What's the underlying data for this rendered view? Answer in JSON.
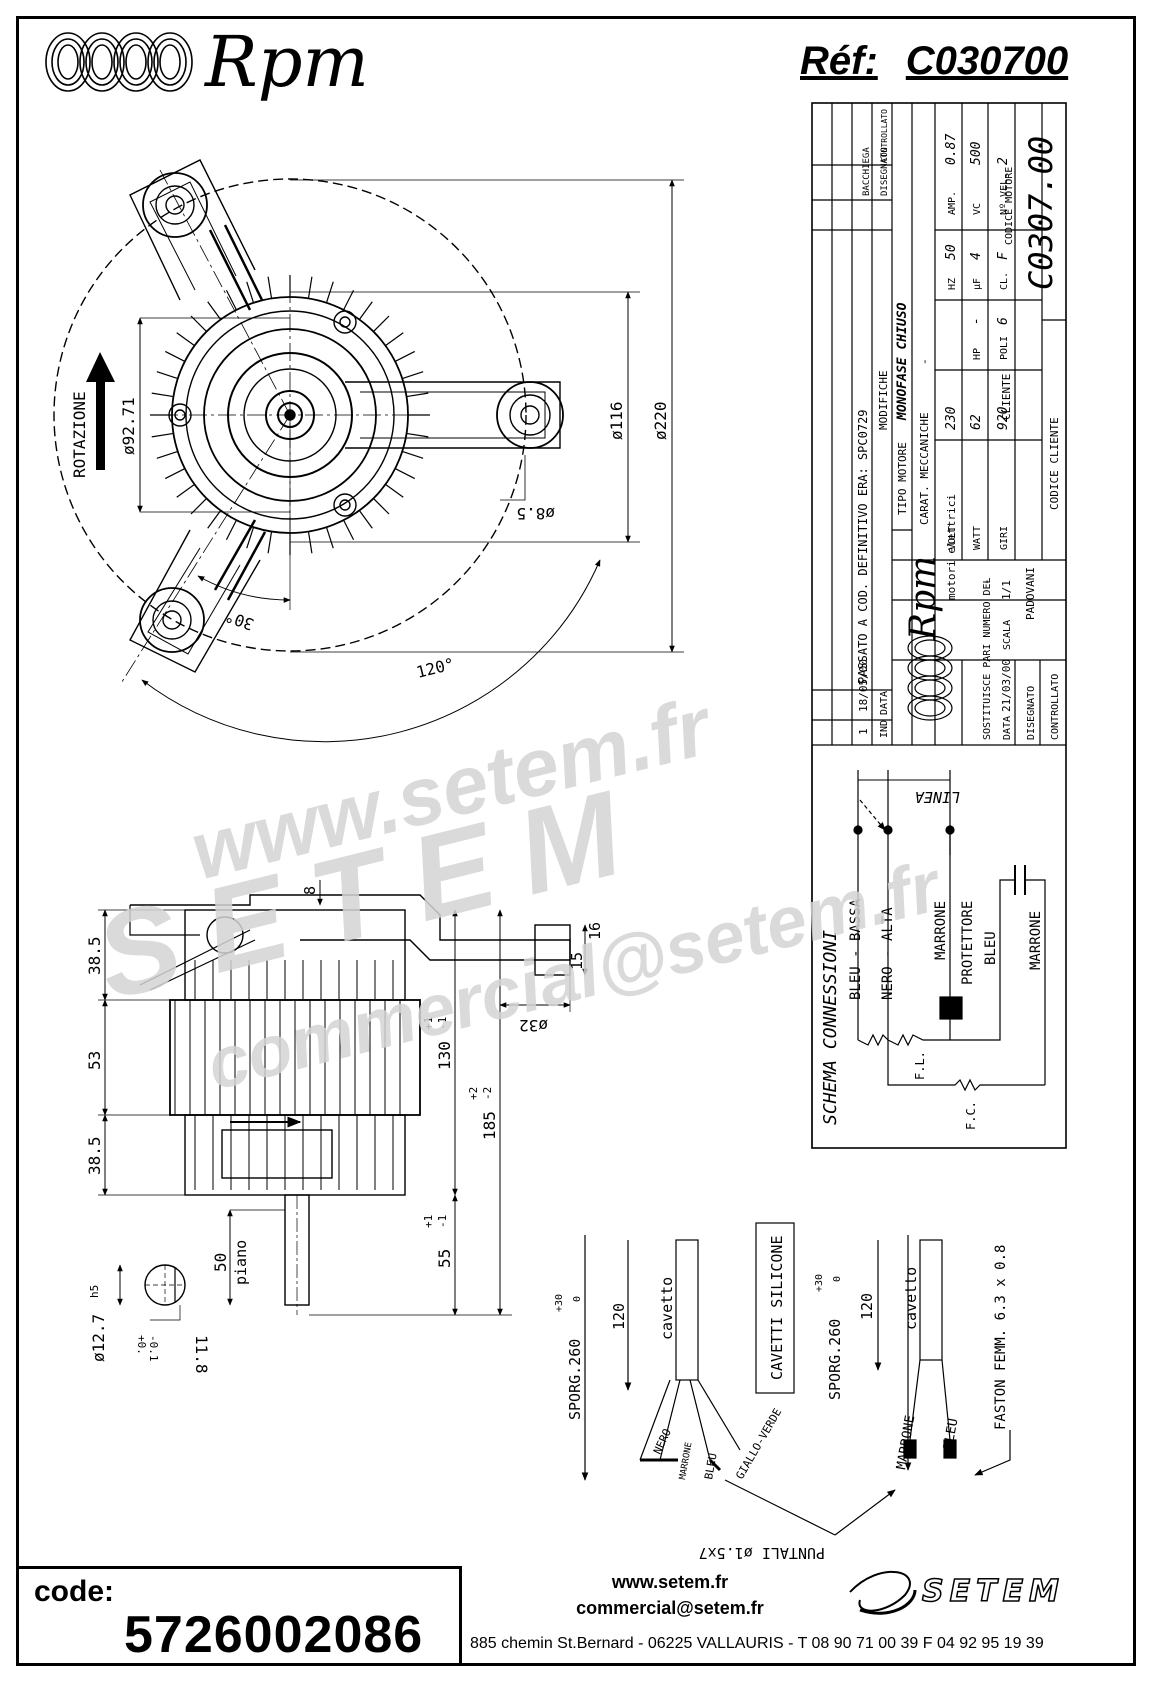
{
  "header": {
    "logo_name": "Rpm",
    "ref_label": "Réf:",
    "ref_value": "C030700"
  },
  "plan_view": {
    "rotation_label": "ROTAZIONE",
    "dims": {
      "d_inner": "ø92.71",
      "d_mid": "ø116",
      "d_outer": "ø220",
      "d_hole": "ø8.5",
      "angle_small": "30°",
      "angle_large": "120°"
    }
  },
  "side_view": {
    "dims": {
      "top_h": "38.5",
      "mid_h": "53",
      "bot_h": "38.5",
      "thk": "8",
      "flange": "15",
      "flange_b": "16",
      "bore": "ø32",
      "body_len": "130",
      "body_tol_up": "+1",
      "body_tol_dn": "-1",
      "total_len": "185",
      "total_tol_up": "+2",
      "total_tol_dn": "-2",
      "shaft_len": "55",
      "shaft_tol_up": "+1",
      "shaft_tol_dn": "-1",
      "flat_len": "50",
      "flat_label": "piano",
      "shaft_d": "ø12.7",
      "shaft_fit": "h5",
      "flat_w": "11.8",
      "flat_tol_dn": "-0.1",
      "flat_tol_up": "+0."
    }
  },
  "title_block": {
    "revision": {
      "index": "1",
      "date": "18/05/00",
      "text": "PASSATO A COD. DEFINITIVO ERA: SPC0729",
      "ind_label": "IND",
      "date_label": "DATA",
      "mod_label": "MODIFICHE",
      "drawn_label": "DISEGNATO",
      "checked_label": "CONTROLLATO",
      "sheet_label": "BACCHIEGA"
    },
    "logo_sub": "motori elettrici",
    "replaces_label": "SOSTITUISCE PARI NUMERO DEL",
    "replaces_value": "-",
    "data_label": "DATA",
    "data_value": "21/03/00",
    "scala_label": "SCALA",
    "scala_value": "1/1",
    "disegnato_label": "DISEGNATO",
    "disegnato_value": "PADOVANI",
    "controllato_label": "CONTROLLATO",
    "tipo_label": "TIPO MOTORE",
    "tipo_value": "MONOFASE CHIUSO",
    "carat_label": "CARAT. MECCANICHE",
    "carat_value": "-",
    "specs": [
      {
        "label": "VOLT",
        "value": "230"
      },
      {
        "label": "HZ",
        "value": "50"
      },
      {
        "label": "AMP.",
        "value": "0.87"
      },
      {
        "label": "WATT",
        "value": "62"
      },
      {
        "label": "HP",
        "value": "-"
      },
      {
        "label": "µF",
        "value": "4"
      },
      {
        "label": "VC",
        "value": "500"
      },
      {
        "label": "GIRI",
        "value": "920"
      },
      {
        "label": "POLI",
        "value": "6"
      },
      {
        "label": "CL.",
        "value": "F"
      },
      {
        "label": "Nº VEL.",
        "value": "2"
      }
    ],
    "cliente_label": "CLIENTE",
    "codice_cliente_label": "CODICE CLIENTE",
    "codice_motore_label": "CODICE MOTORE",
    "codice_motore_value": "C0307.00"
  },
  "schema": {
    "title": "SCHEMA CONNESSIONI",
    "linea": "LINEA",
    "wires": [
      "BLEU - BASSA",
      "NERO - ALTA",
      "MARRONE",
      "PROTETTORE",
      "BLEU",
      "MARRONE"
    ],
    "fl": "F.L.",
    "fc": "F.C."
  },
  "cables": {
    "left": {
      "cavetto": "cavetto",
      "len_main": "120",
      "sporg": "SPORG.260",
      "sporg_tol_up": "+30",
      "sporg_tol_dn": "0",
      "wires": [
        "NERO",
        "MARRONE",
        "BLEU",
        "GIALLO-VERDE"
      ]
    },
    "silicone": "CAVETTI SILICONE",
    "right": {
      "cavetto": "cavetto",
      "len_main": "120",
      "sporg": "SPORG.260",
      "sporg_tol_up": "+30",
      "sporg_tol_dn": "0",
      "wires": [
        "MARRONE",
        "BLEU"
      ],
      "faston": "FASTON FEMM. 6.3 x 0.8"
    },
    "puntali": "PUNTALI ø1.5x7"
  },
  "watermark": {
    "line1": "www.setem.fr",
    "line2": "SETEM",
    "line3": "commercial@setem.fr"
  },
  "footer": {
    "code_label": "code:",
    "code_value": "5726002086",
    "web": "www.setem.fr",
    "email": "commercial@setem.fr",
    "address": "885 chemin St.Bernard  -  06225 VALLAURIS  -  T 08 90 71 00 39  F 04 92 95 19 39",
    "brand": "SETEM"
  }
}
